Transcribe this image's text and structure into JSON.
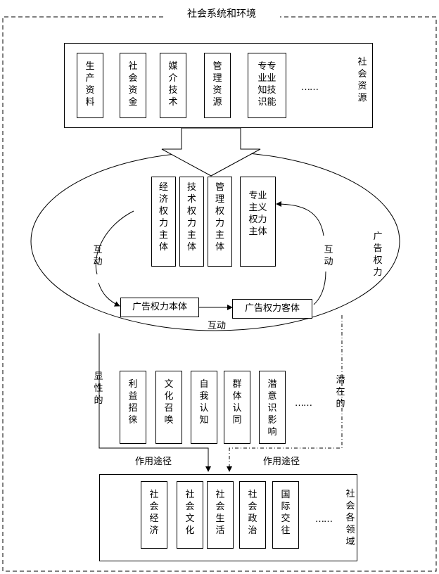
{
  "outer": {
    "title": "社会系统和环境"
  },
  "resources": {
    "label": "社\n会\n资\n源",
    "items": [
      "生\n产\n资\n料",
      "社\n会\n资\n金",
      "媒\n介\n技\n术",
      "管\n理\n资\n源",
      "专专\n业业\n知技\n识能"
    ],
    "ellipsis": "……"
  },
  "power": {
    "label": "广\n告\n权\n力",
    "subjects": [
      "经\n济\n权\n力\n主\n体",
      "技\n术\n权\n力\n主\n体",
      "管\n理\n权\n力\n主\n体",
      "专业\n主义\n权力\n主体"
    ],
    "interact_left": "互\n动",
    "interact_right": "互\n动",
    "interact_bottom": "互动",
    "ontology": "广告权力本体",
    "object": "广告权力客体"
  },
  "paths": {
    "explicit": "显\n性\n的",
    "latent": "潜\n在\n的",
    "items": [
      "利\n益\n招\n徕",
      "文\n化\n召\n唤",
      "自\n我\n认\n知",
      "群\n体\n认\n同",
      "潜\n意\n识\n影\n响"
    ],
    "ellipsis": "……",
    "action_left": "作用途径",
    "action_right": "作用途径"
  },
  "domains": {
    "label": "社\n会\n各\n领\n域",
    "items": [
      "社\n会\n经\n济",
      "社\n会\n文\n化",
      "社\n会\n生\n活",
      "社\n会\n政\n治",
      "国\n际\n交\n往"
    ],
    "ellipsis": "……"
  }
}
